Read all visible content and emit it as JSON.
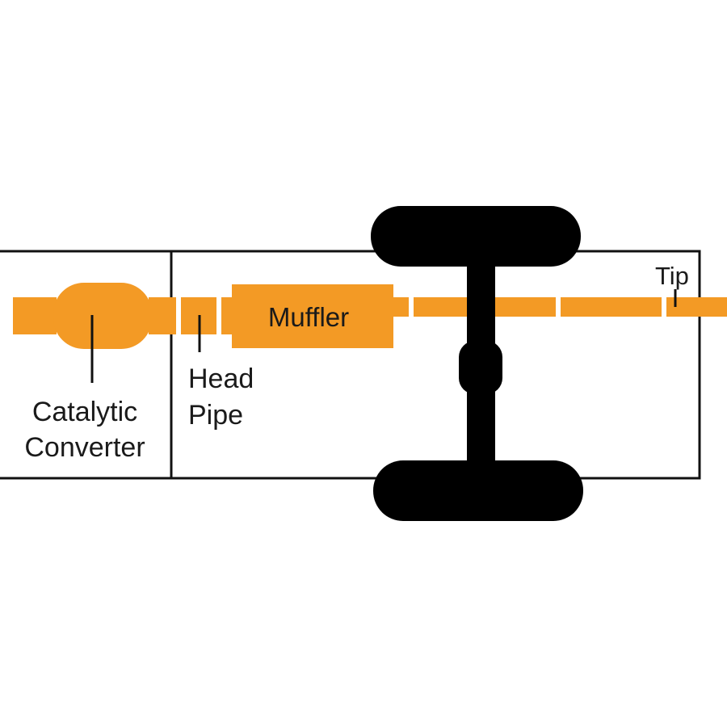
{
  "colors": {
    "exhaust": "#F39A25",
    "frame": "#111111",
    "axle": "#000000",
    "text": "#1a1a1a",
    "background": "#ffffff"
  },
  "labels": {
    "catalytic_converter_line1": "Catalytic",
    "catalytic_converter_line2": "Converter",
    "head_pipe_line1": "Head",
    "head_pipe_line2": "Pipe",
    "muffler": "Muffler",
    "tip": "Tip"
  }
}
